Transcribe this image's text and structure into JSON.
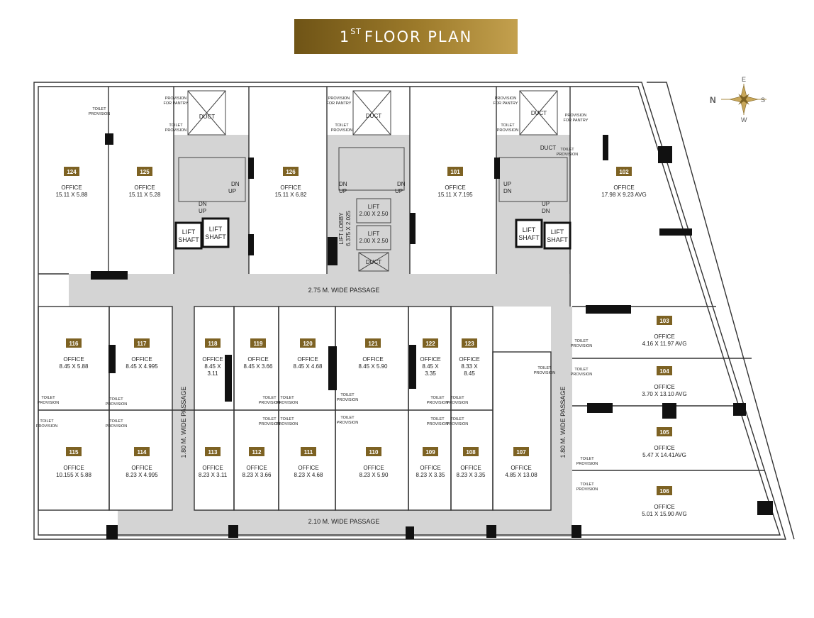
{
  "header": {
    "title_sup": "ST",
    "title_main_before": "1",
    "title_main_after": "FLOOR PLAN"
  },
  "colors": {
    "gold": "#7d6223",
    "passage": "#d4d4d4",
    "wall": "#111111"
  },
  "compass": {
    "n": "N",
    "e": "E",
    "s": "S",
    "w": "W"
  },
  "units": [
    {
      "no": "124",
      "type": "OFFICE",
      "size": "15.11 X 5.88"
    },
    {
      "no": "125",
      "type": "OFFICE",
      "size": "15.11 X 5.28"
    },
    {
      "no": "126",
      "type": "OFFICE",
      "size": "15.11 X 6.82"
    },
    {
      "no": "101",
      "type": "OFFICE",
      "size": "15.11 X 7.195"
    },
    {
      "no": "102",
      "type": "OFFICE",
      "size": "17.98 X 9.23 AVG"
    },
    {
      "no": "103",
      "type": "OFFICE",
      "size": "4.16 X 11.97 AVG"
    },
    {
      "no": "104",
      "type": "OFFICE",
      "size": "3.70 X 13.10 AVG"
    },
    {
      "no": "105",
      "type": "OFFICE",
      "size": "5.47 X 14.41AVG"
    },
    {
      "no": "106",
      "type": "OFFICE",
      "size": "5.01 X 15.90 AVG"
    },
    {
      "no": "116",
      "type": "OFFICE",
      "size": "8.45 X 5.88"
    },
    {
      "no": "117",
      "type": "OFFICE",
      "size": "8.45 X 4.995"
    },
    {
      "no": "118",
      "type": "OFFICE",
      "size": "8.45 X",
      "size2": "3.11"
    },
    {
      "no": "119",
      "type": "OFFICE",
      "size": "8.45 X 3.66"
    },
    {
      "no": "120",
      "type": "OFFICE",
      "size": "8.45 X 4.68"
    },
    {
      "no": "121",
      "type": "OFFICE",
      "size": "8.45 X 5.90"
    },
    {
      "no": "122",
      "type": "OFFICE",
      "size": "8.45 X",
      "size2": "3.35"
    },
    {
      "no": "123",
      "type": "OFFICE",
      "size": "8.33 X",
      "size2": "8.45"
    },
    {
      "no": "115",
      "type": "OFFICE",
      "size": "10.155 X 5.88"
    },
    {
      "no": "114",
      "type": "OFFICE",
      "size": "8.23 X 4.995"
    },
    {
      "no": "113",
      "type": "OFFICE",
      "size": "8.23 X 3.11"
    },
    {
      "no": "112",
      "type": "OFFICE",
      "size": "8.23 X 3.66"
    },
    {
      "no": "111",
      "type": "OFFICE",
      "size": "8.23 X 4.68"
    },
    {
      "no": "110",
      "type": "OFFICE",
      "size": "8.23 X 5.90"
    },
    {
      "no": "109",
      "type": "OFFICE",
      "size": "8.23 X 3.35"
    },
    {
      "no": "108",
      "type": "OFFICE",
      "size": "8.23 X 3.35"
    },
    {
      "no": "107",
      "type": "OFFICE",
      "size": "4.85 X 13.08"
    }
  ],
  "passages": {
    "top": "2.75 M. WIDE PASSAGE",
    "bottom": "2.10 M. WIDE PASSAGE",
    "left": "1.80 M. WIDE PASSAGE",
    "right": "1.80 M. WIDE PASSAGE"
  },
  "lift_lobby": {
    "line1": "LIFT LOBBY",
    "line2": "6.375 X 2.025"
  },
  "lifts": [
    {
      "label": "LIFT",
      "size": "2.00 X 2.50"
    },
    {
      "label": "LIFT",
      "size": "2.00 X 2.50"
    }
  ],
  "lift_shaft": {
    "line1": "LIFT",
    "line2": "SHAFT"
  },
  "duct": "DUCT",
  "stairs": {
    "up": "UP",
    "dn": "DN"
  },
  "toilet_provision": {
    "line1": "TOILET",
    "line2": "PROVISION"
  },
  "pantry_provision": {
    "line1": "PROVISION",
    "line2": "FOR PANTRY"
  }
}
